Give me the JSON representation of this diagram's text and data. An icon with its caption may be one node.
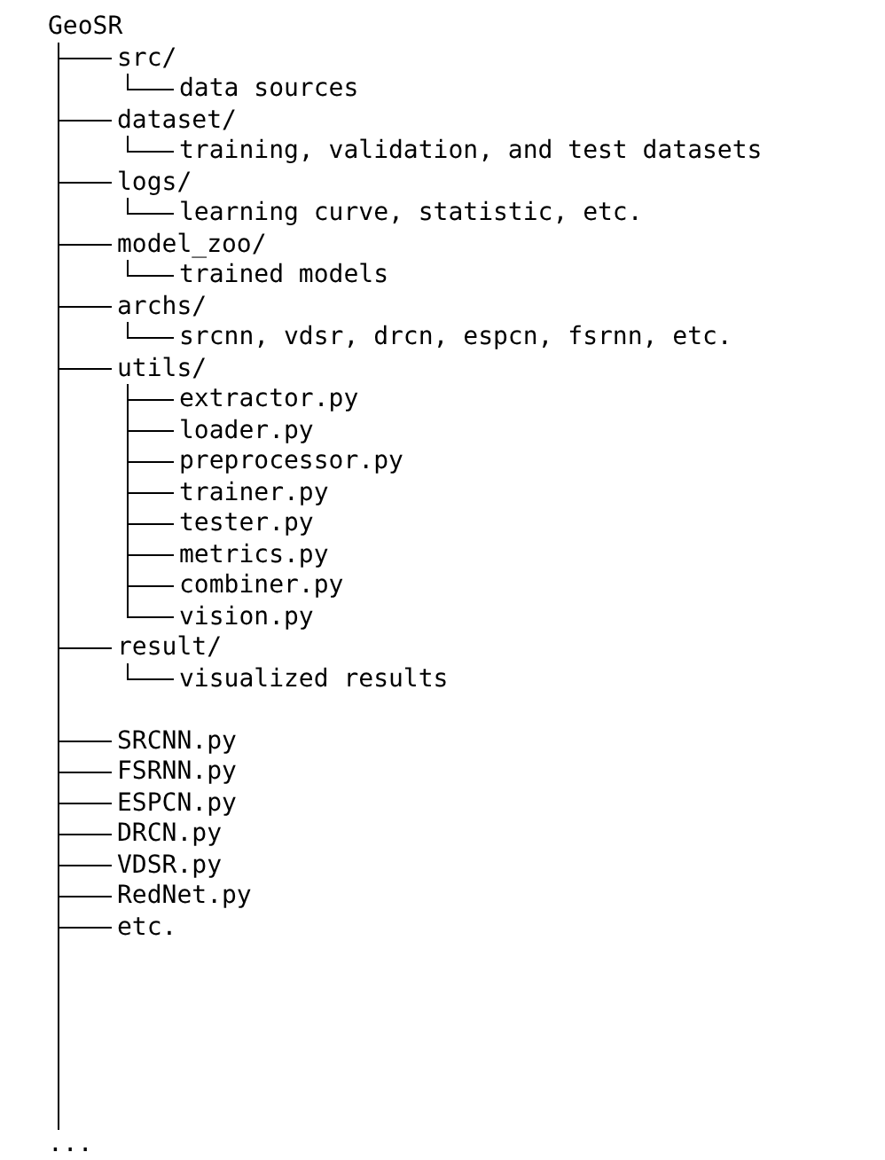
{
  "diagram": {
    "nodes": [
      {
        "text": [
          "GeoSR"
        ]
      },
      {
        "text": [
          "src/"
        ]
      },
      {
        "text": [
          "data sources"
        ]
      },
      {
        "text": [
          "dataset/"
        ]
      },
      {
        "text": [
          "training, validation, and test datasets"
        ]
      },
      {
        "text": [
          "logs/"
        ]
      },
      {
        "text": [
          "learning curve, statistic, etc."
        ]
      },
      {
        "text": [
          "model_zoo/"
        ]
      },
      {
        "text": [
          "trained models"
        ]
      },
      {
        "text": [
          "archs/"
        ]
      },
      {
        "text": [
          "srcnn, vdsr, drcn, espcn, fsrnn, etc."
        ]
      },
      {
        "text": [
          "utils/"
        ]
      },
      {
        "text": [
          "extractor.py"
        ]
      },
      {
        "text": [
          "loader.py"
        ]
      },
      {
        "text": [
          "preprocessor.py"
        ]
      },
      {
        "text": [
          "trainer.py"
        ]
      },
      {
        "text": [
          "tester.py"
        ]
      },
      {
        "text": [
          "metrics.py"
        ]
      },
      {
        "text": [
          "combiner.py"
        ]
      },
      {
        "text": [
          "vision.py"
        ]
      },
      {
        "text": [
          "result/"
        ]
      },
      {
        "text": [
          "visualized results"
        ]
      },
      {
        "text": [
          "SRCNN.py"
        ]
      },
      {
        "text": [
          "FSRNN.py"
        ]
      },
      {
        "text": [
          "ESPCN.py"
        ]
      },
      {
        "text": [
          "DRCN.py"
        ]
      },
      {
        "text": [
          "VDSR.py"
        ]
      },
      {
        "text": [
          "RedNet.py"
        ]
      },
      {
        "text": [
          "etc."
        ]
      },
      {
        "text": [
          "..."
        ]
      }
    ],
    "edges": [
      {
        "from": 0,
        "to": 1,
        "arrow": "none"
      },
      {
        "from": 1,
        "to": 2,
        "arrow": "none"
      },
      {
        "from": 0,
        "to": 3,
        "arrow": "none"
      },
      {
        "from": 3,
        "to": 4,
        "arrow": "none"
      },
      {
        "from": 0,
        "to": 5,
        "arrow": "none"
      },
      {
        "from": 5,
        "to": 6,
        "arrow": "none"
      },
      {
        "from": 0,
        "to": 7,
        "arrow": "none"
      },
      {
        "from": 7,
        "to": 8,
        "arrow": "none"
      },
      {
        "from": 0,
        "to": 9,
        "arrow": "none"
      },
      {
        "from": 9,
        "to": 10,
        "arrow": "none"
      },
      {
        "from": 0,
        "to": 11,
        "arrow": "none"
      },
      {
        "from": 11,
        "to": 12,
        "arrow": "none"
      },
      {
        "from": 11,
        "to": 13,
        "arrow": "none"
      },
      {
        "from": 11,
        "to": 14,
        "arrow": "none"
      },
      {
        "from": 11,
        "to": 15,
        "arrow": "none"
      },
      {
        "from": 11,
        "to": 16,
        "arrow": "none"
      },
      {
        "from": 11,
        "to": 17,
        "arrow": "none"
      },
      {
        "from": 11,
        "to": 18,
        "arrow": "none"
      },
      {
        "from": 11,
        "to": 19,
        "arrow": "none"
      },
      {
        "from": 0,
        "to": 20,
        "arrow": "none"
      },
      {
        "from": 20,
        "to": 21,
        "arrow": "none"
      },
      {
        "from": 0,
        "to": 22,
        "arrow": "none"
      },
      {
        "from": 0,
        "to": 23,
        "arrow": "none"
      },
      {
        "from": 0,
        "to": 24,
        "arrow": "none"
      },
      {
        "from": 0,
        "to": 25,
        "arrow": "none"
      },
      {
        "from": 0,
        "to": 26,
        "arrow": "none"
      },
      {
        "from": 0,
        "to": 27,
        "arrow": "none"
      },
      {
        "from": 0,
        "to": 28,
        "arrow": "none"
      },
      {
        "from": 0,
        "to": 29,
        "arrow": "none"
      }
    ]
  }
}
